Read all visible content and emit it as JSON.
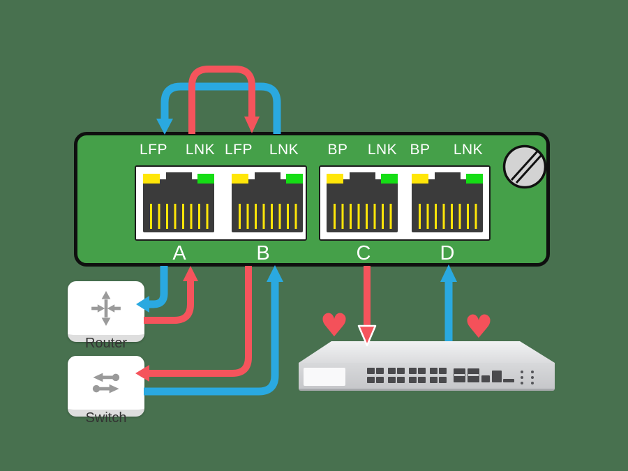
{
  "colors": {
    "background": "#48714f",
    "module_green": "#45a049",
    "line_red": "#f5545c",
    "line_blue": "#2aa9e0",
    "led_yellow": "#ffe608",
    "led_green": "#15dd15",
    "heart_red": "#f4515a",
    "jack_dark": "#3b3b3b",
    "port_text": "#ffffff",
    "label_text": "#333333"
  },
  "module": {
    "ports": [
      {
        "letter": "A",
        "led_left_label": "LFP",
        "led_right_label": "LNK"
      },
      {
        "letter": "B",
        "led_left_label": "LFP",
        "led_right_label": "LNK"
      },
      {
        "letter": "C",
        "led_left_label": "BP",
        "led_right_label": "LNK"
      },
      {
        "letter": "D",
        "led_left_label": "BP",
        "led_right_label": "LNK"
      }
    ]
  },
  "devices": {
    "router": {
      "label": "Router"
    },
    "switch": {
      "label": "Switch"
    }
  },
  "decorations": {
    "heart_glyph": "♥"
  }
}
